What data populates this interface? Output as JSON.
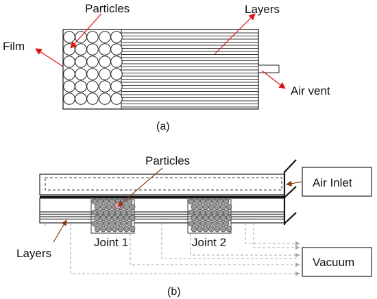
{
  "diagram_a": {
    "labels": {
      "particles": "Particles",
      "layers": "Layers",
      "film": "Film",
      "air_vent": "Air vent"
    },
    "caption": "(a)"
  },
  "diagram_b": {
    "labels": {
      "particles": "Particles",
      "air_inlet": "Air Inlet",
      "layers": "Layers",
      "joint_1": "Joint 1",
      "joint_2": "Joint 2",
      "vacuum": "Vacuum"
    },
    "caption": "(b)"
  },
  "colors": {
    "arrow_red": "#e01010",
    "arrow_brown": "#8a3a10",
    "dashed_gray": "#a8a8a8",
    "particle_gray": "#9a9a9a",
    "particle_highlight": "#e8a0c8"
  }
}
